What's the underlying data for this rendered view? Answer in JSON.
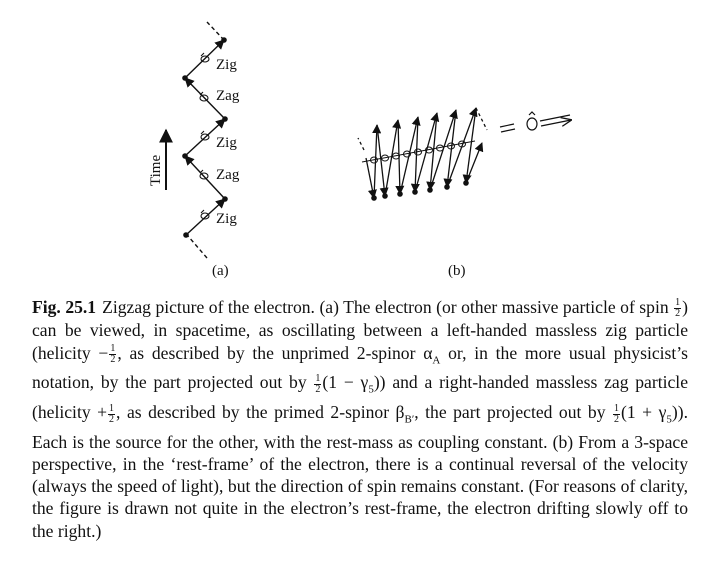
{
  "panel_a": {
    "time_label": "Time",
    "segment_labels": [
      "Zig",
      "Zag",
      "Zig",
      "Zag",
      "Zig"
    ],
    "panel_label": "(a)"
  },
  "panel_b": {
    "panel_label": "(b)"
  },
  "caption": {
    "figure_number": "Fig. 25.1",
    "parts": [
      {
        "t": "Zigzag picture of the electron. (a) The electron (or other massive particle of spin "
      },
      {
        "frac": [
          "1",
          "2"
        ]
      },
      {
        "t": ") can be viewed, in spacetime, as oscillating between a left-handed massless zig particle (helicity −"
      },
      {
        "frac": [
          "1",
          "2"
        ]
      },
      {
        "t": ", as described by the unprimed 2-spinor α"
      },
      {
        "sub": "A"
      },
      {
        "t": " or, in the more usual physicist’s notation, by the part projected out by "
      },
      {
        "frac": [
          "1",
          "2"
        ]
      },
      {
        "t": "(1 − γ"
      },
      {
        "sub": "5"
      },
      {
        "t": ")) and a right-handed massless zag particle (helicity +"
      },
      {
        "frac": [
          "1",
          "2"
        ]
      },
      {
        "t": ", as described by the primed 2-spinor β"
      },
      {
        "sub": "B′"
      },
      {
        "t": ", the part projected out by "
      },
      {
        "frac": [
          "1",
          "2"
        ]
      },
      {
        "t": "(1 + γ"
      },
      {
        "sub": "5"
      },
      {
        "t": ")). Each is the source for the other, with the rest-mass as coupling constant. (b) From a 3-space perspective, in the ‘rest-frame’ of the electron, there is a continual reversal of the velocity (always the speed of light), but the direction of spin remains constant. (For reasons of clarity, the figure is drawn not quite in the electron’s rest-frame, the electron drifting slowly off to the right.)"
      }
    ]
  }
}
